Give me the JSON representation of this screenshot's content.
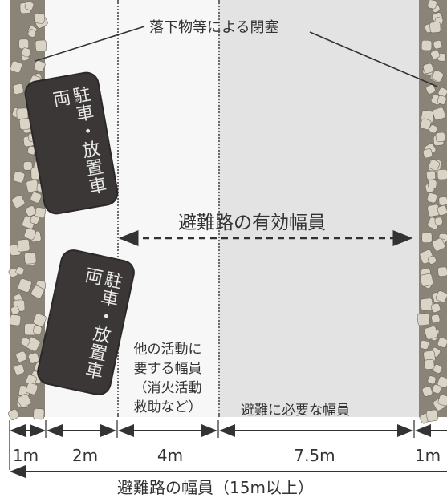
{
  "diagram": {
    "top_label": "落下物等による閉塞",
    "effective_width_label": "避難路の有効幅員",
    "car_label_1": "駐車・放置車両",
    "car_label_2": "駐車・放置車両",
    "other_activities_label": "他の活動に\n要する幅員\n（消火活動\n救助など）",
    "evacuation_needed_label": "避難に必要な幅員",
    "segments": [
      "1m",
      "2m",
      "4m",
      "7.5m",
      "1m"
    ],
    "total_label": "避難路の幅員（15m以上）"
  },
  "colors": {
    "car": "#3b3736",
    "rubble_band": "#8a8378",
    "rubble_stone": "#d9d4c6",
    "evac_area": "#e3e3e3",
    "arrow": "#333333"
  }
}
